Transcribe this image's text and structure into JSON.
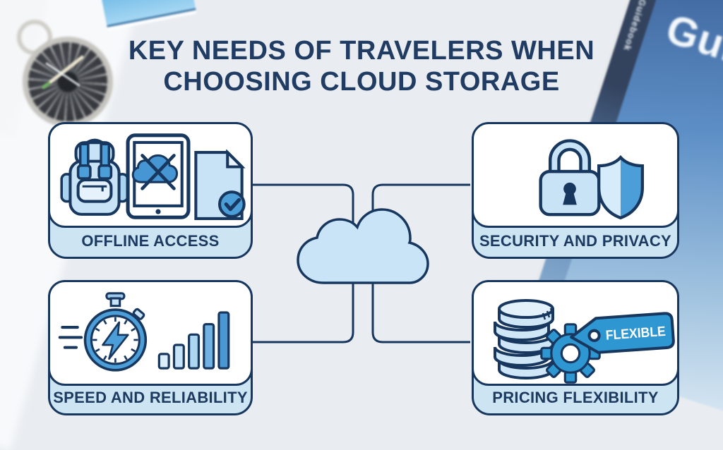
{
  "title": {
    "line1": "KEY NEEDS OF TRAVELERS WHEN",
    "line2": "CHOOSING CLOUD STORAGE"
  },
  "cards": {
    "offline": {
      "label": "OFFLINE ACCESS",
      "icons": [
        "backpack-icon",
        "tablet-offline-cloud-icon",
        "document-check-icon"
      ]
    },
    "security": {
      "label": "SECURITY AND PRIVACY",
      "icons": [
        "padlock-icon",
        "shield-icon"
      ]
    },
    "speed": {
      "label": "SPEED AND RELIABILITY",
      "icons": [
        "stopwatch-lightning-icon",
        "signal-bars-icon"
      ]
    },
    "pricing": {
      "label": "PRICING FLEXIBILITY",
      "icons": [
        "coin-stack-icon",
        "gear-icon",
        "price-tag-icon"
      ],
      "tag": "FLEXIBLE"
    }
  },
  "center": {
    "icon": "cloud-icon"
  },
  "background": {
    "book_cover_text": "Gui",
    "book_spine_text": "Guidebook"
  },
  "colors": {
    "navy_outline": "#17375e",
    "title_navy": "#203c63",
    "medium_blue": "#4b9ed7",
    "tag_blue": "#2e96d1",
    "light_icon_fill": "#c9e3f6",
    "label_band_blue": "#cde4f3",
    "cloud_fill": "#c9e4f7",
    "canvas_background": "#e9edf1"
  }
}
